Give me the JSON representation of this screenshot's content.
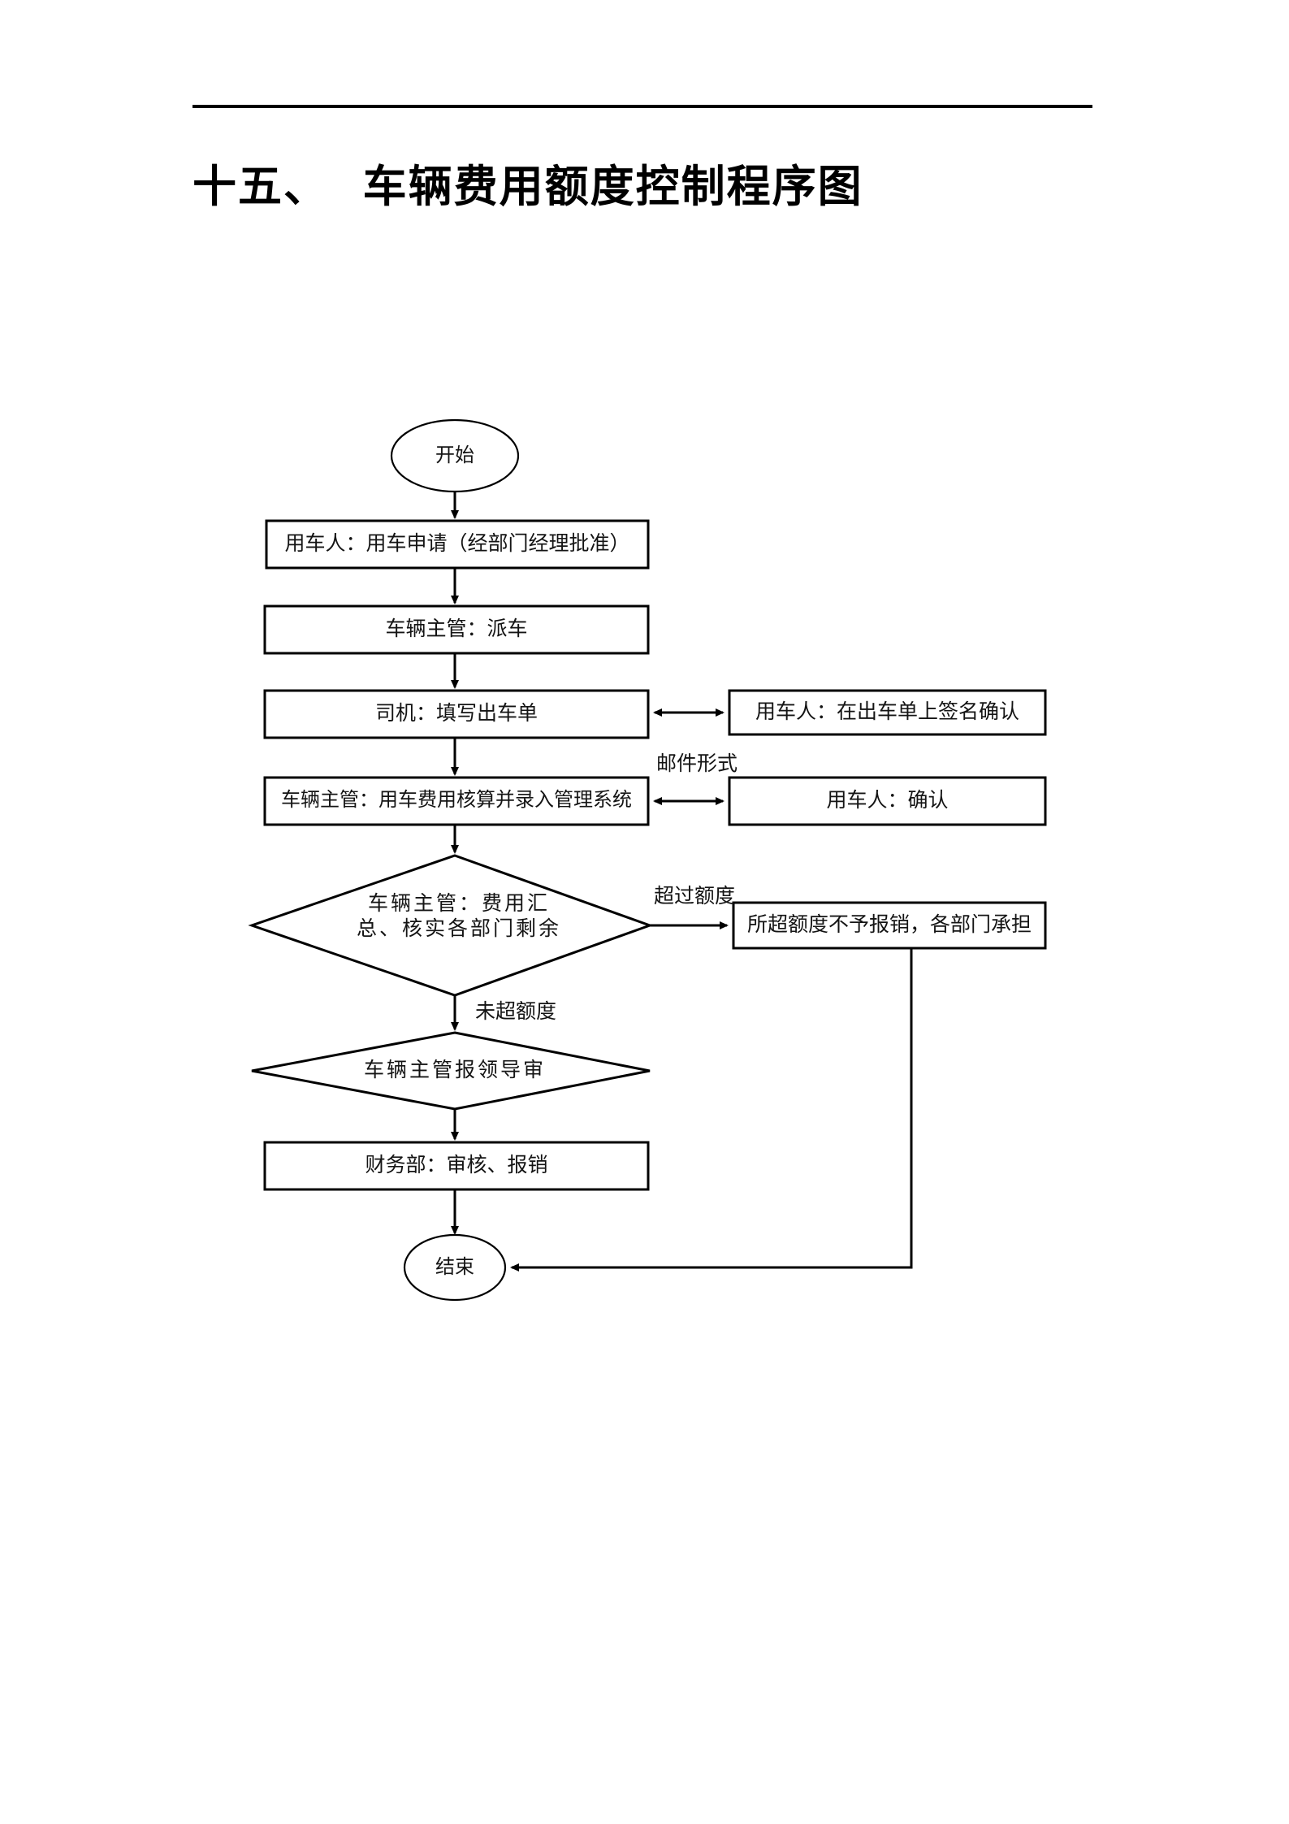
{
  "document": {
    "title": "十五、  车辆费用额度控制程序图",
    "rule_color": "#000000",
    "background": "#ffffff",
    "text_color": "#141414"
  },
  "flowchart": {
    "type": "flowchart",
    "orientation": "top-to-bottom",
    "nodes": [
      {
        "id": "start",
        "shape": "ellipse",
        "label": "开始"
      },
      {
        "id": "apply",
        "shape": "process",
        "label": "用车人：用车申请（经部门经理批准）"
      },
      {
        "id": "dispatch",
        "shape": "process",
        "label": "车辆主管：派车"
      },
      {
        "id": "trip-sheet",
        "shape": "process",
        "label": "司机：填写出车单"
      },
      {
        "id": "sign-confirm",
        "shape": "process",
        "label": "用车人：在出车单上签名确认"
      },
      {
        "id": "cost-entry",
        "shape": "process",
        "label": "车辆主管：用车费用核算并录入管理系统"
      },
      {
        "id": "user-confirm",
        "shape": "process",
        "label": "用车人：确认"
      },
      {
        "id": "decision-quota",
        "shape": "decision",
        "label": "车辆主管：费用汇\n总、核实各部门剩余"
      },
      {
        "id": "over-quota-box",
        "shape": "process",
        "label": "所超额度不予报销，各部门承担"
      },
      {
        "id": "decision-leader",
        "shape": "decision",
        "label": "车辆主管报领导审"
      },
      {
        "id": "finance",
        "shape": "process",
        "label": "财务部：审核、报销"
      },
      {
        "id": "end",
        "shape": "ellipse",
        "label": "结束"
      }
    ],
    "edge_labels": [
      {
        "id": "mail-form",
        "label": "邮件形式"
      },
      {
        "id": "over-quota",
        "label": "超过额度"
      },
      {
        "id": "under-quota",
        "label": "未超额度"
      }
    ]
  }
}
